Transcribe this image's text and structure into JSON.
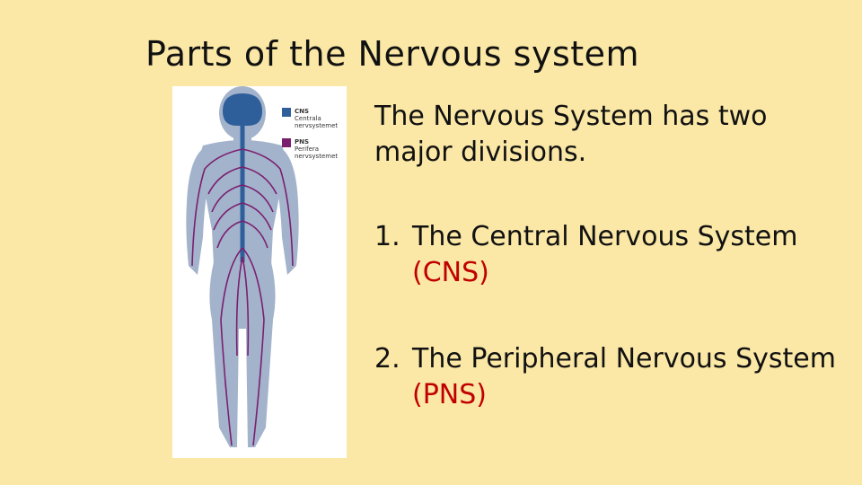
{
  "slide": {
    "title": "Parts of the Nervous system",
    "intro": "The Nervous System has two major divisions.",
    "divisions": [
      {
        "number": "1.",
        "text": "The Central Nervous System",
        "abbr": "(CNS)"
      },
      {
        "number": "2.",
        "text": "The Peripheral Nervous System",
        "abbr": "(PNS)"
      }
    ],
    "abbr_color": "#c00000"
  },
  "figure": {
    "legend": [
      {
        "code": "CNS",
        "line1": "Centrala",
        "line2": "nervsystemet",
        "color": "#2f5f9a"
      },
      {
        "code": "PNS",
        "line1": "Perifera",
        "line2": "nervsystemet",
        "color": "#7a1f6e"
      }
    ],
    "body_color": "#a3b3cc"
  }
}
